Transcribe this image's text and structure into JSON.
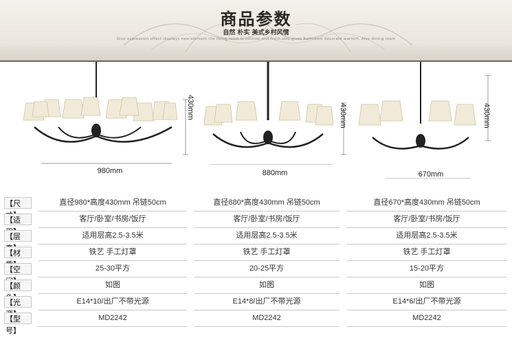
{
  "header": {
    "title": "商品参数",
    "subtitle": "自然 朴实 美式乡村风情",
    "tagline_en": "Give expression effect displays new element the living room is concise and fresh also gives bathroom decorate warmth. Also dining room"
  },
  "products": [
    {
      "width_label": "980mm",
      "height_label": "430mm"
    },
    {
      "width_label": "880mm",
      "height_label": "430mm"
    },
    {
      "width_label": "670mm",
      "height_label": "430mm"
    }
  ],
  "spec_rows": [
    {
      "label": "【尺寸】",
      "values": [
        "直径980*高度430mm 吊链50cm",
        "直径880*高度430mm 吊链50cm",
        "直径670*高度430mm 吊链50cm"
      ]
    },
    {
      "label": "【适用】",
      "values": [
        "客厅/卧室/书房/饭厅",
        "客厅/卧室/书房/饭厅",
        "客厅/卧室/书房/饭厅"
      ]
    },
    {
      "label": "【层高】",
      "values": [
        "适用层高2.5-3.5米",
        "适用层高2.5-3.5米",
        "适用层高2.5-3.5米"
      ]
    },
    {
      "label": "【材质】",
      "values": [
        "铁艺 手工灯罩",
        "铁艺 手工灯罩",
        "铁艺 手工灯罩"
      ]
    },
    {
      "label": "【空间】",
      "values": [
        "25-30平方",
        "20-25平方",
        "15-20平方"
      ]
    },
    {
      "label": "【颜色】",
      "values": [
        "如图",
        "如图",
        "如图"
      ]
    },
    {
      "label": "【光源】",
      "values": [
        "E14*10/出厂不带光源",
        "E14*8/出厂不带光源",
        "E14*6/出厂不带光源"
      ]
    },
    {
      "label": "【型号】",
      "values": [
        "MD2242",
        "MD2242",
        "MD2242"
      ]
    }
  ]
}
